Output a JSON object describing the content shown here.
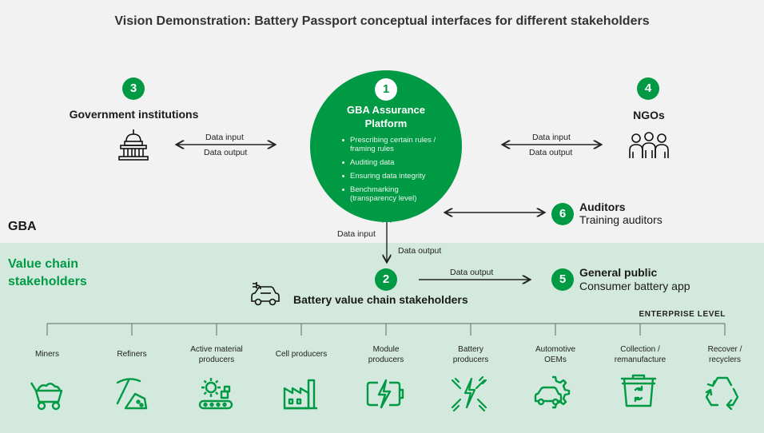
{
  "title": "Vision Demonstration: Battery Passport conceptual interfaces for different stakeholders",
  "gba_label": "GBA",
  "value_chain_label": [
    "Value chain",
    "stakeholders"
  ],
  "center": {
    "number": "1",
    "title_lines": [
      "GBA Assurance",
      "Platform"
    ],
    "bullets": [
      "Prescribing certain rules / framing rules",
      "Auditing data",
      "Ensuring data integrity",
      "Benchmarking (transparency level)"
    ]
  },
  "government": {
    "number": "3",
    "label": "Government institutions",
    "data_input": "Data input",
    "data_output": "Data output"
  },
  "ngos": {
    "number": "4",
    "label": "NGOs",
    "data_input": "Data input",
    "data_output": "Data output"
  },
  "auditors": {
    "number": "6",
    "label": "Auditors",
    "sublabel": "Training auditors"
  },
  "link_center_value_chain": {
    "data_input": "Data input",
    "data_output": "Data output"
  },
  "value_chain": {
    "number": "2",
    "label": "Battery value chain stakeholders",
    "data_output": "Data output"
  },
  "general_public": {
    "number": "5",
    "label": "General public",
    "sublabel": "Consumer battery app"
  },
  "enterprise_level": "ENTERPRISE LEVEL",
  "categories": [
    {
      "lines": [
        "Miners"
      ],
      "icon": "mine-cart-icon"
    },
    {
      "lines": [
        "Refiners"
      ],
      "icon": "pickaxe-icon"
    },
    {
      "lines": [
        "Active material",
        "producers"
      ],
      "icon": "gear-conveyor-icon"
    },
    {
      "lines": [
        "Cell producers"
      ],
      "icon": "factory-icon"
    },
    {
      "lines": [
        "Module",
        "producers"
      ],
      "icon": "battery-bolt-icon"
    },
    {
      "lines": [
        "Battery",
        "producers"
      ],
      "icon": "plugs-bolt-icon"
    },
    {
      "lines": [
        "Automotive",
        "OEMs"
      ],
      "icon": "car-gear-icon"
    },
    {
      "lines": [
        "Collection /",
        "remanufacture"
      ],
      "icon": "recycle-bin-icon"
    },
    {
      "lines": [
        "Recover /",
        "recyclers"
      ],
      "icon": "recycle-icon"
    }
  ],
  "colors": {
    "green": "#009a44",
    "value_chain_bg": "#d3e9dd",
    "gba_bg": "#f2f2f2"
  }
}
